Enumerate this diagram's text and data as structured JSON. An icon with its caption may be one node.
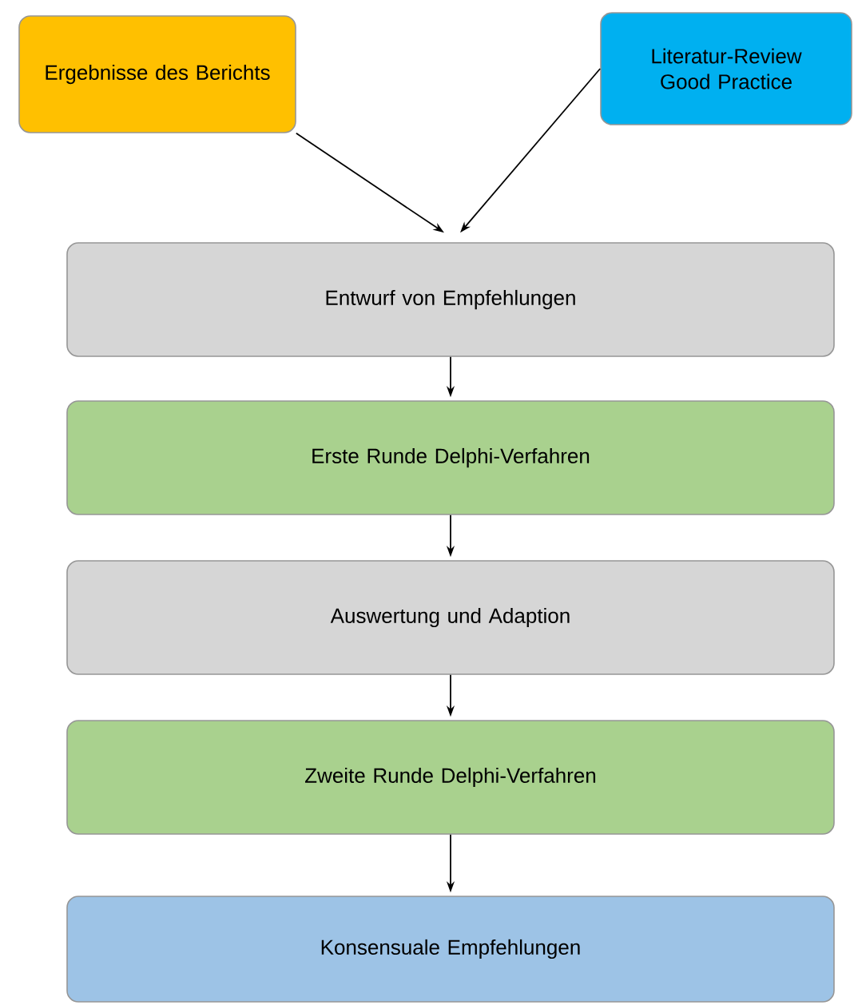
{
  "diagram": {
    "nodes": [
      {
        "text": [
          "Ergebnisse des Berichts"
        ]
      },
      {
        "text": [
          "Literatur-Review Good Practice"
        ]
      },
      {
        "text": [
          "Entwurf von Empfehlungen"
        ]
      },
      {
        "text": [
          "Erste Runde Delphi-Verfahren"
        ]
      },
      {
        "text": [
          "Auswertung und Adaption"
        ]
      },
      {
        "text": [
          "Zweite Runde Delphi-Verfahren"
        ]
      },
      {
        "text": [
          "Konsensuale Empfehlungen"
        ]
      }
    ],
    "edges": [
      {
        "from": 0,
        "to": 2,
        "arrow": "to"
      },
      {
        "from": 1,
        "to": 2,
        "arrow": "to"
      },
      {
        "from": 2,
        "to": 3,
        "arrow": "to"
      },
      {
        "from": 3,
        "to": 4,
        "arrow": "to"
      },
      {
        "from": 4,
        "to": 5,
        "arrow": "to"
      },
      {
        "from": 5,
        "to": 6,
        "arrow": "to"
      }
    ]
  }
}
